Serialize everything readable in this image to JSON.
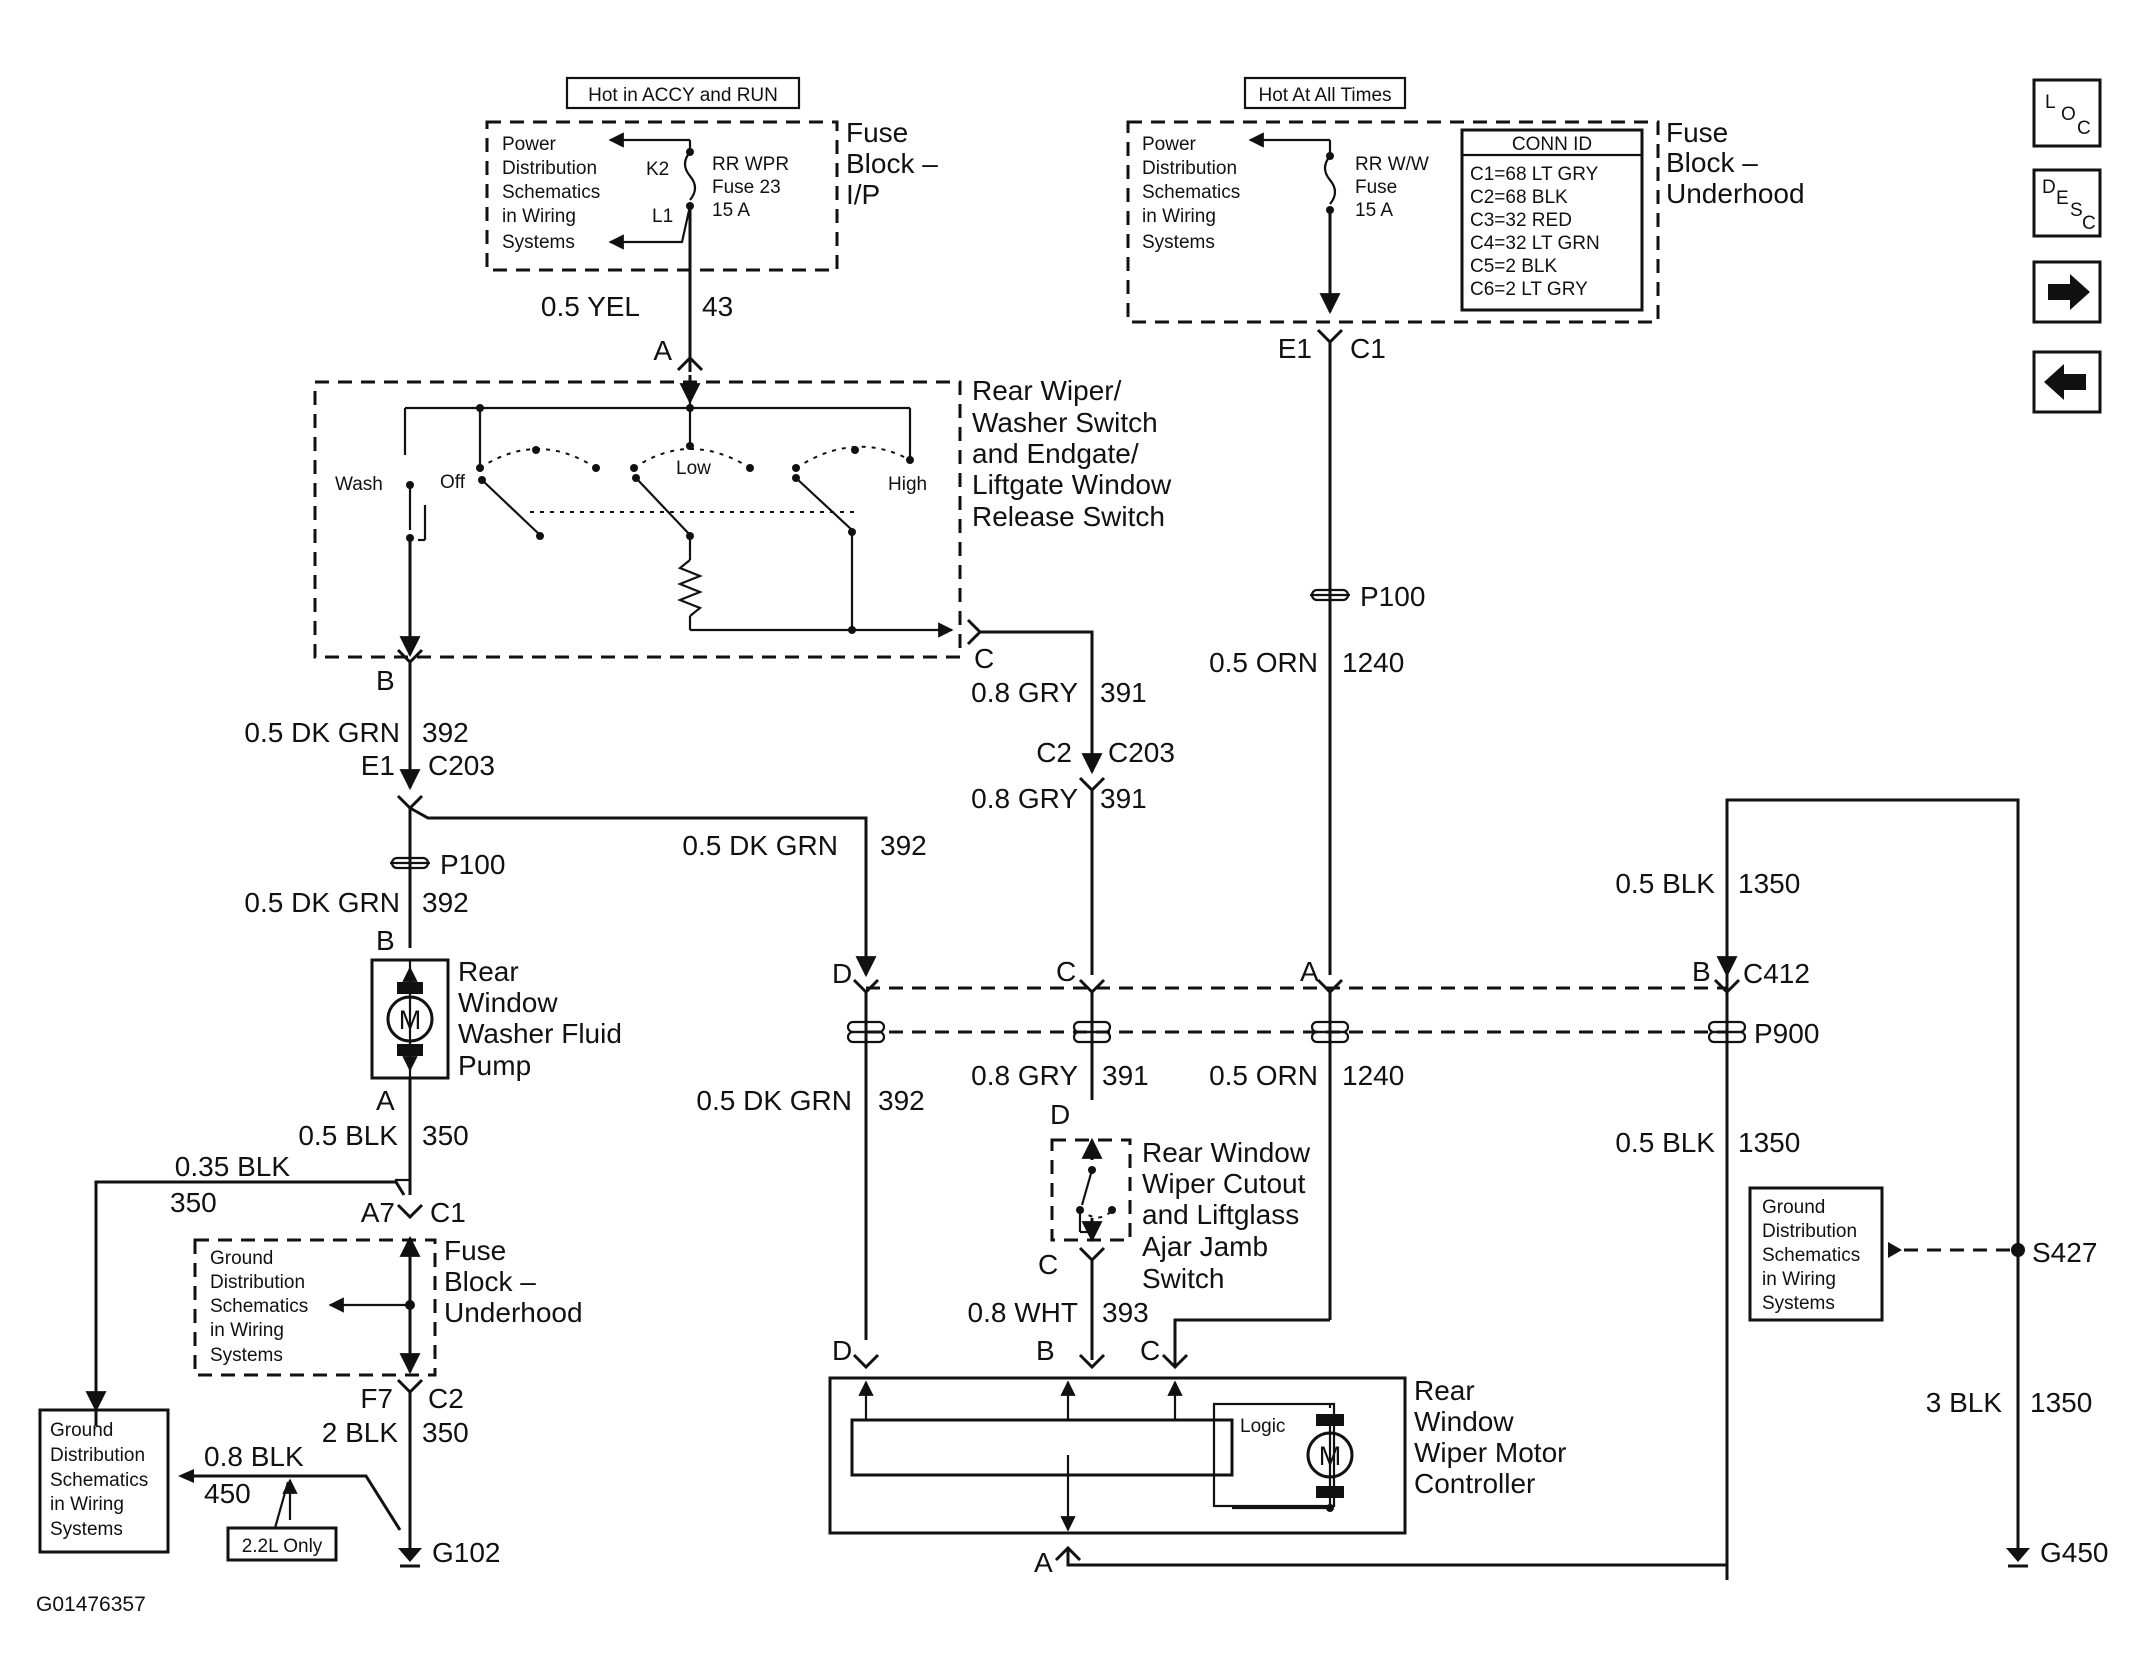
{
  "top_left": {
    "hot_label": "Hot in ACCY and RUN",
    "power_dist": [
      "Power",
      "Distribution",
      "Schematics",
      "in Wiring",
      "Systems"
    ],
    "pin_k2": "K2",
    "pin_l1": "L1",
    "fuse": [
      "RR WPR",
      "Fuse 23",
      "15 A"
    ],
    "block_name": [
      "Fuse",
      "Block –",
      "I/P"
    ]
  },
  "top_right": {
    "hot_label": "Hot At All Times",
    "power_dist": [
      "Power",
      "Distribution",
      "Schematics",
      "in Wiring",
      "Systems"
    ],
    "fuse": [
      "RR W/W",
      "Fuse",
      "15 A"
    ],
    "conn_id_title": "CONN ID",
    "conn_id": [
      "C1=68 LT GRY",
      "C2=68 BLK",
      "C3=32 RED",
      "C4=32 LT GRN",
      "C5=2 BLK",
      "C6=2 LT GRY"
    ],
    "block_name": [
      "Fuse",
      "Block –",
      "Underhood"
    ],
    "pin_e1": "E1",
    "pin_c1": "C1"
  },
  "wire_43": {
    "gauge": "0.5 YEL",
    "circuit": "43"
  },
  "switch": {
    "pin_a": "A",
    "pin_b": "B",
    "pin_c": "C",
    "positions": [
      "Wash",
      "Off",
      "Low",
      "High"
    ],
    "name": [
      "Rear Wiper/",
      "Washer Switch",
      "and Endgate/",
      "Liftgate Window",
      "Release Switch"
    ]
  },
  "wire_392": {
    "gauge": "0.5 DK GRN",
    "circuit": "392"
  },
  "conn_c203": {
    "e1": "E1",
    "c203": "C203",
    "c2": "C2",
    "c203b": "C203"
  },
  "wire_391": {
    "gauge": "0.8 GRY",
    "circuit": "391"
  },
  "splice_p100": "P100",
  "wire_1240": {
    "gauge": "0.5 ORN",
    "circuit": "1240"
  },
  "pump": {
    "pin_b": "B",
    "pin_a": "A",
    "motor": "M",
    "name": [
      "Rear",
      "Window",
      "Washer Fluid",
      "Pump"
    ]
  },
  "wire_350": {
    "gauge": "0.5 BLK",
    "circuit": "350"
  },
  "wire_350b": {
    "gauge": "0.35 BLK",
    "circuit": "350"
  },
  "fuse_underhood_lower": {
    "pin_a7": "A7",
    "pin_c1": "C1",
    "ground_dist": [
      "Ground",
      "Distribution",
      "Schematics",
      "in Wiring",
      "Systems"
    ],
    "name": [
      "Fuse",
      "Block –",
      "Underhood"
    ],
    "pin_f7": "F7",
    "pin_c2": "C2"
  },
  "wire_350c": {
    "gauge": "2 BLK",
    "circuit": "350"
  },
  "wire_450": {
    "gauge": "0.8 BLK",
    "circuit": "450"
  },
  "only_22": "2.2L Only",
  "ground_left": [
    "Ground",
    "Distribution",
    "Schematics",
    "in Wiring",
    "Systems"
  ],
  "g102": "G102",
  "c412": {
    "d": "D",
    "c": "C",
    "a": "A",
    "b": "B",
    "name": "C412"
  },
  "p900": "P900",
  "wire_1350": {
    "gauge": "0.5 BLK",
    "circuit": "1350"
  },
  "jamb": {
    "pin_d": "D",
    "pin_c": "C",
    "name": [
      "Rear Window",
      "Wiper Cutout",
      "and Liftglass",
      "Ajar Jamb",
      "Switch"
    ]
  },
  "wire_393": {
    "gauge": "0.8 WHT",
    "circuit": "393"
  },
  "controller": {
    "pin_d": "D",
    "pin_b": "B",
    "pin_c": "C",
    "pin_a": "A",
    "logic": "Logic",
    "motor": "M",
    "name": [
      "Rear",
      "Window",
      "Wiper Motor",
      "Controller"
    ]
  },
  "ground_right": [
    "Ground",
    "Distribution",
    "Schematics",
    "in Wiring",
    "Systems"
  ],
  "s427": "S427",
  "wire_1350b": {
    "gauge": "3 BLK",
    "circuit": "1350"
  },
  "g450": "G450",
  "figure_id": "G01476357",
  "nav": {
    "loc": [
      "L",
      "O",
      "C"
    ],
    "desc": [
      "D",
      "E",
      "S",
      "C"
    ]
  }
}
